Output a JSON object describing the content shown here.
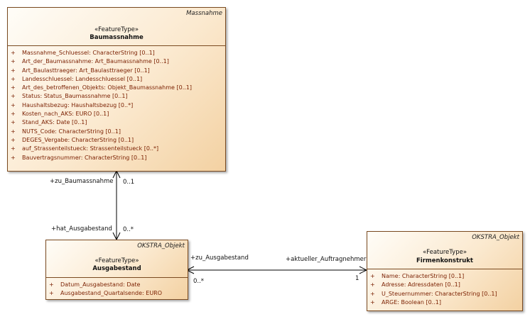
{
  "classes": {
    "baumassnahme": {
      "package": "Massnahme",
      "stereotype": "«FeatureType»",
      "name": "Baumassnahme",
      "attributes": [
        {
          "vis": "+",
          "text": "Massnahme_Schluessel: CharacterString [0..1]"
        },
        {
          "vis": "+",
          "text": "Art_der_Baumassnahme: Art_Baumassnahme [0..1]"
        },
        {
          "vis": "+",
          "text": "Art_Baulasttraeger: Art_Baulasttraeger [0..1]"
        },
        {
          "vis": "+",
          "text": "Landesschluessel: Landesschluessel [0..1]"
        },
        {
          "vis": "+",
          "text": "Art_des_betroffenen_Objekts: Objekt_Baumassnahme [0..1]"
        },
        {
          "vis": "+",
          "text": "Status: Status_Baumassnahme [0..1]"
        },
        {
          "vis": "+",
          "text": "Haushaltsbezug: Haushaltsbezug [0..*]"
        },
        {
          "vis": "+",
          "text": "Kosten_nach_AKS: EURO [0..1]"
        },
        {
          "vis": "+",
          "text": "Stand_AKS: Date [0..1]"
        },
        {
          "vis": "+",
          "text": "NUTS_Code: CharacterString [0..1]"
        },
        {
          "vis": "+",
          "text": "DEGES_Vergabe: CharacterString [0..1]"
        },
        {
          "vis": "+",
          "text": "auf_Strassenteilstueck: Strassenteilstueck [0..*]"
        },
        {
          "vis": "+",
          "text": "Bauvertragsnummer: CharacterString [0..1]"
        }
      ]
    },
    "ausgabestand": {
      "package": "OKSTRA_Objekt",
      "stereotype": "«FeatureType»",
      "name": "Ausgabestand",
      "attributes": [
        {
          "vis": "+",
          "text": "Datum_Ausgabestand: Date"
        },
        {
          "vis": "+",
          "text": "Ausgabestand_Quartalsende: EURO"
        }
      ]
    },
    "firmenkonstrukt": {
      "package": "OKSTRA_Objekt",
      "stereotype": "«FeatureType»",
      "name": "Firmenkonstrukt",
      "attributes": [
        {
          "vis": "+",
          "text": "Name: CharacterString [0..1]"
        },
        {
          "vis": "+",
          "text": "Adresse: Adressdaten [0..1]"
        },
        {
          "vis": "+",
          "text": "U_Steuernummer: CharacterString [0..1]"
        },
        {
          "vis": "+",
          "text": "ARGE: Boolean [0..1]"
        }
      ]
    }
  },
  "associations": {
    "baumassnahme_ausgabestand": {
      "role_top": "+zu_Baumassnahme",
      "mult_top": "0..1",
      "role_bottom": "+hat_Ausgabestand",
      "mult_bottom": "0..*"
    },
    "ausgabestand_firmenkonstrukt": {
      "role_left": "+zu_Ausgabestand",
      "mult_left": "0..*",
      "role_right": "+aktueller_Auftragnehmer",
      "mult_right": "1"
    }
  }
}
